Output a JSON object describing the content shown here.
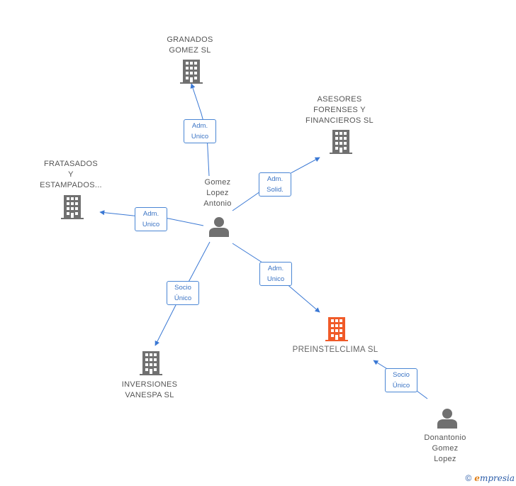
{
  "colors": {
    "edge": "#3a78d4",
    "company": "#707070",
    "company_target": "#f05a28",
    "person": "#707070"
  },
  "nodes": {
    "granados": {
      "label": "GRANADOS\nGOMEZ  SL",
      "icon": "building-icon"
    },
    "asesores": {
      "label": "ASESORES\nFORENSES Y\nFINANCIEROS SL",
      "icon": "building-icon"
    },
    "fratasados": {
      "label": "FRATASADOS\nY\nESTAMPADOS...",
      "icon": "building-icon"
    },
    "center_person": {
      "label": "Gomez\nLopez\nAntonio",
      "icon": "person-icon"
    },
    "inversiones": {
      "label": "INVERSIONES\nVANESPA  SL",
      "icon": "building-icon"
    },
    "preinstelclima": {
      "label": "PREINSTELCLIMA SL",
      "icon": "building-icon"
    },
    "donantonio": {
      "label": "Donantonio\nGomez\nLopez",
      "icon": "person-icon"
    }
  },
  "edges": {
    "to_granados": "Adm.\nUnico",
    "to_asesores": "Adm.\nSolid.",
    "to_fratasados": "Adm.\nUnico",
    "to_inversiones": "Socio\nÚnico",
    "to_preinstelclima": "Adm.\nUnico",
    "donantonio_to_preinstelclima": "Socio\nÚnico"
  },
  "footer": {
    "copyright": "©",
    "brand_first": "e",
    "brand_rest": "mpresia"
  }
}
